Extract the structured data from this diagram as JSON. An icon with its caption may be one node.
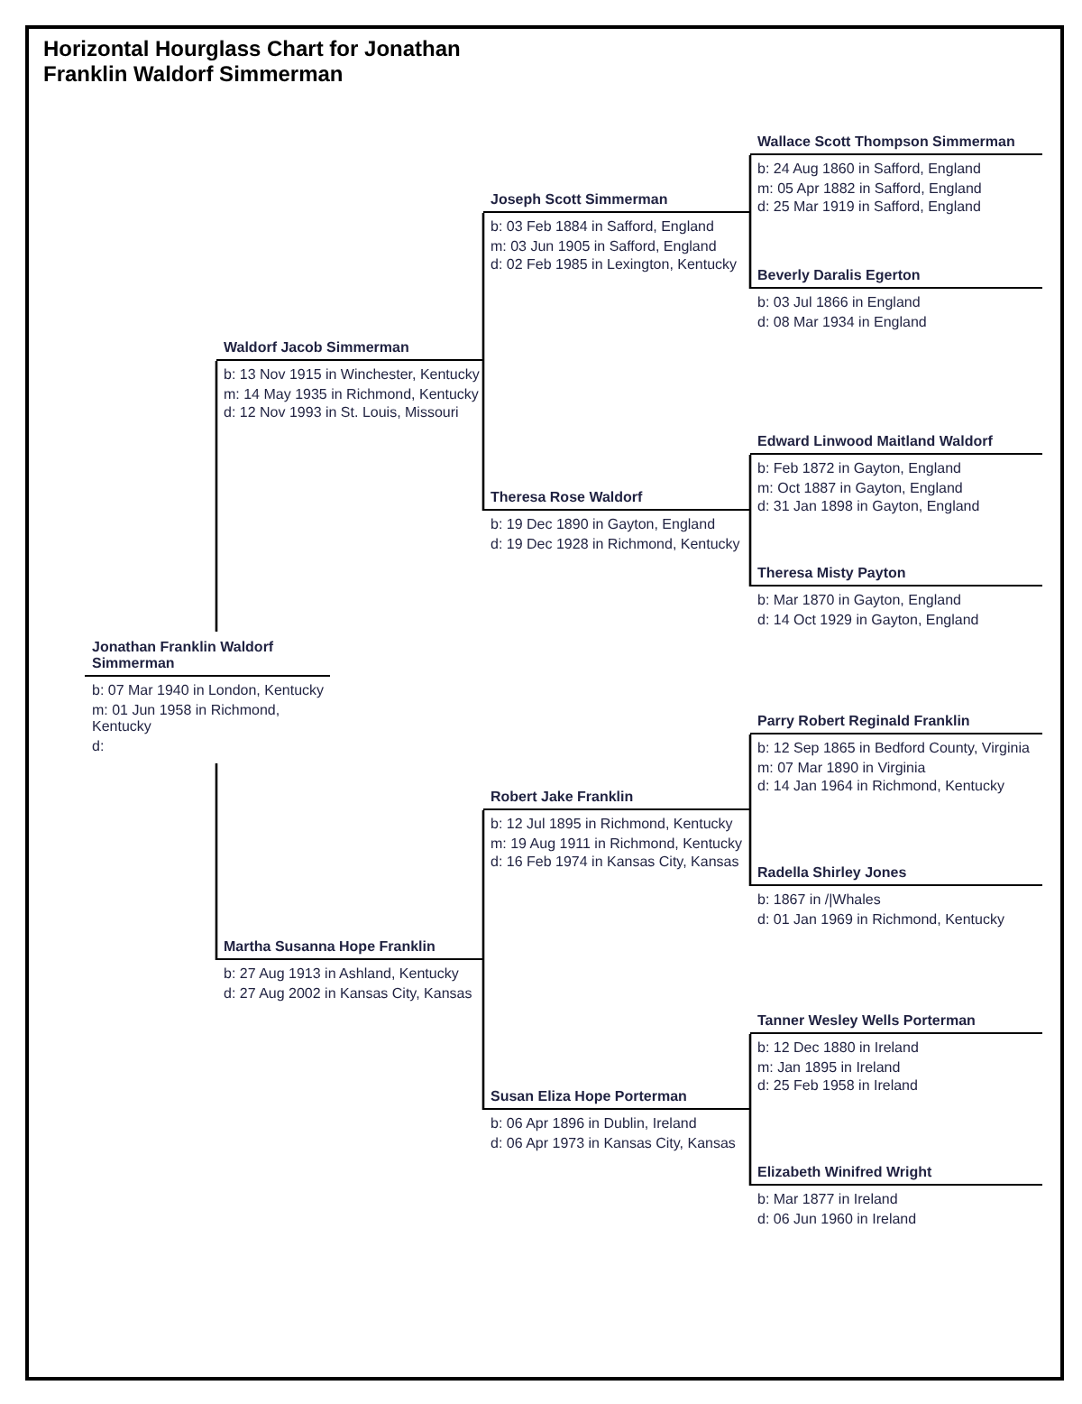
{
  "diagram": {
    "title": "Horizontal Hourglass Chart for Jonathan Franklin Waldorf Simmerman",
    "nodes": [
      {
        "text": [
          "Jonathan Franklin Waldorf Simmerman",
          "b: 07 Mar 1940 in London, Kentucky",
          "m: 01 Jun 1958 in Richmond, Kentucky",
          "d:"
        ]
      },
      {
        "text": [
          "Waldorf Jacob Simmerman",
          "b: 13 Nov 1915 in Winchester, Kentucky",
          "m: 14 May 1935 in Richmond, Kentucky",
          "d: 12 Nov 1993 in St. Louis, Missouri"
        ]
      },
      {
        "text": [
          "Martha Susanna Hope Franklin",
          "b: 27 Aug 1913 in Ashland, Kentucky",
          "d: 27 Aug 2002 in Kansas City, Kansas"
        ]
      },
      {
        "text": [
          "Joseph Scott Simmerman",
          "b: 03 Feb 1884 in Safford, England",
          "m: 03 Jun 1905 in Safford, England",
          "d: 02 Feb 1985 in Lexington, Kentucky"
        ]
      },
      {
        "text": [
          "Theresa Rose Waldorf",
          "b: 19 Dec 1890 in Gayton, England",
          "d: 19 Dec 1928 in Richmond, Kentucky"
        ]
      },
      {
        "text": [
          "Robert Jake Franklin",
          "b: 12 Jul 1895 in Richmond, Kentucky",
          "m: 19 Aug 1911 in Richmond, Kentucky",
          "d: 16 Feb 1974 in Kansas City, Kansas"
        ]
      },
      {
        "text": [
          "Susan Eliza Hope Porterman",
          "b: 06 Apr 1896 in Dublin, Ireland",
          "d: 06 Apr 1973 in Kansas City, Kansas"
        ]
      },
      {
        "text": [
          "Wallace Scott Thompson Simmerman",
          "b: 24 Aug 1860 in Safford, England",
          "m: 05 Apr 1882 in Safford, England",
          "d: 25 Mar 1919 in Safford, England"
        ]
      },
      {
        "text": [
          "Beverly Daralis Egerton",
          "b: 03 Jul 1866 in England",
          "d: 08 Mar 1934 in England"
        ]
      },
      {
        "text": [
          "Edward Linwood Maitland Waldorf",
          "b: Feb 1872 in Gayton, England",
          "m: Oct 1887 in Gayton, England",
          "d: 31 Jan 1898 in Gayton, England"
        ]
      },
      {
        "text": [
          "Theresa Misty Payton",
          "b: Mar 1870 in Gayton, England",
          "d: 14 Oct 1929 in Gayton, England"
        ]
      },
      {
        "text": [
          "Parry Robert Reginald Franklin",
          "b: 12 Sep 1865 in Bedford County, Virginia",
          "m: 07 Mar 1890 in Virginia",
          "d: 14 Jan 1964 in Richmond, Kentucky"
        ]
      },
      {
        "text": [
          "Radella Shirley Jones",
          "b: 1867 in /|Whales",
          "d: 01 Jan 1969 in Richmond, Kentucky"
        ]
      },
      {
        "text": [
          "Tanner Wesley Wells Porterman",
          "b: 12 Dec 1880 in Ireland",
          "m: Jan 1895 in Ireland",
          "d: 25 Feb 1958 in Ireland"
        ]
      },
      {
        "text": [
          "Elizabeth Winifred Wright",
          "b: Mar 1877 in Ireland",
          "d: 06 Jun 1960 in Ireland"
        ]
      }
    ],
    "edges": [
      {
        "from": 0,
        "to": 1,
        "arrow": "none"
      },
      {
        "from": 0,
        "to": 2,
        "arrow": "none"
      },
      {
        "from": 1,
        "to": 3,
        "arrow": "none"
      },
      {
        "from": 1,
        "to": 4,
        "arrow": "none"
      },
      {
        "from": 2,
        "to": 5,
        "arrow": "none"
      },
      {
        "from": 2,
        "to": 6,
        "arrow": "none"
      },
      {
        "from": 3,
        "to": 7,
        "arrow": "none"
      },
      {
        "from": 3,
        "to": 8,
        "arrow": "none"
      },
      {
        "from": 4,
        "to": 9,
        "arrow": "none"
      },
      {
        "from": 4,
        "to": 10,
        "arrow": "none"
      },
      {
        "from": 5,
        "to": 11,
        "arrow": "none"
      },
      {
        "from": 5,
        "to": 12,
        "arrow": "none"
      },
      {
        "from": 6,
        "to": 13,
        "arrow": "none"
      },
      {
        "from": 6,
        "to": 14,
        "arrow": "none"
      }
    ]
  }
}
